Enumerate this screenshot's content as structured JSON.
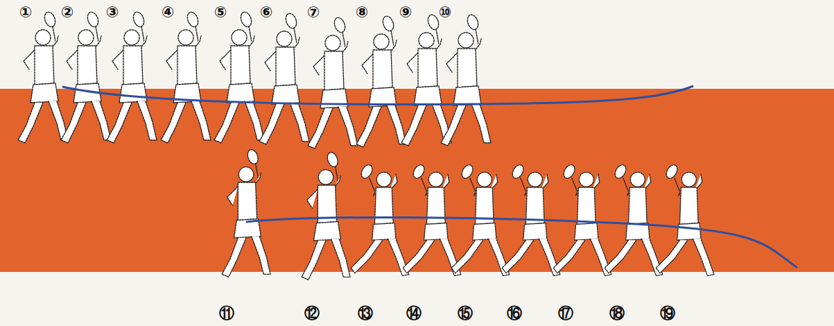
{
  "diagram": {
    "labels": [
      "①",
      "②",
      "③",
      "④",
      "⑤",
      "⑥",
      "⑦",
      "⑧",
      "⑨",
      "⑩",
      "⑪",
      "⑫",
      "⑬",
      "⑭",
      "⑮",
      "⑯",
      "⑰",
      "⑱",
      "⑲"
    ]
  }
}
